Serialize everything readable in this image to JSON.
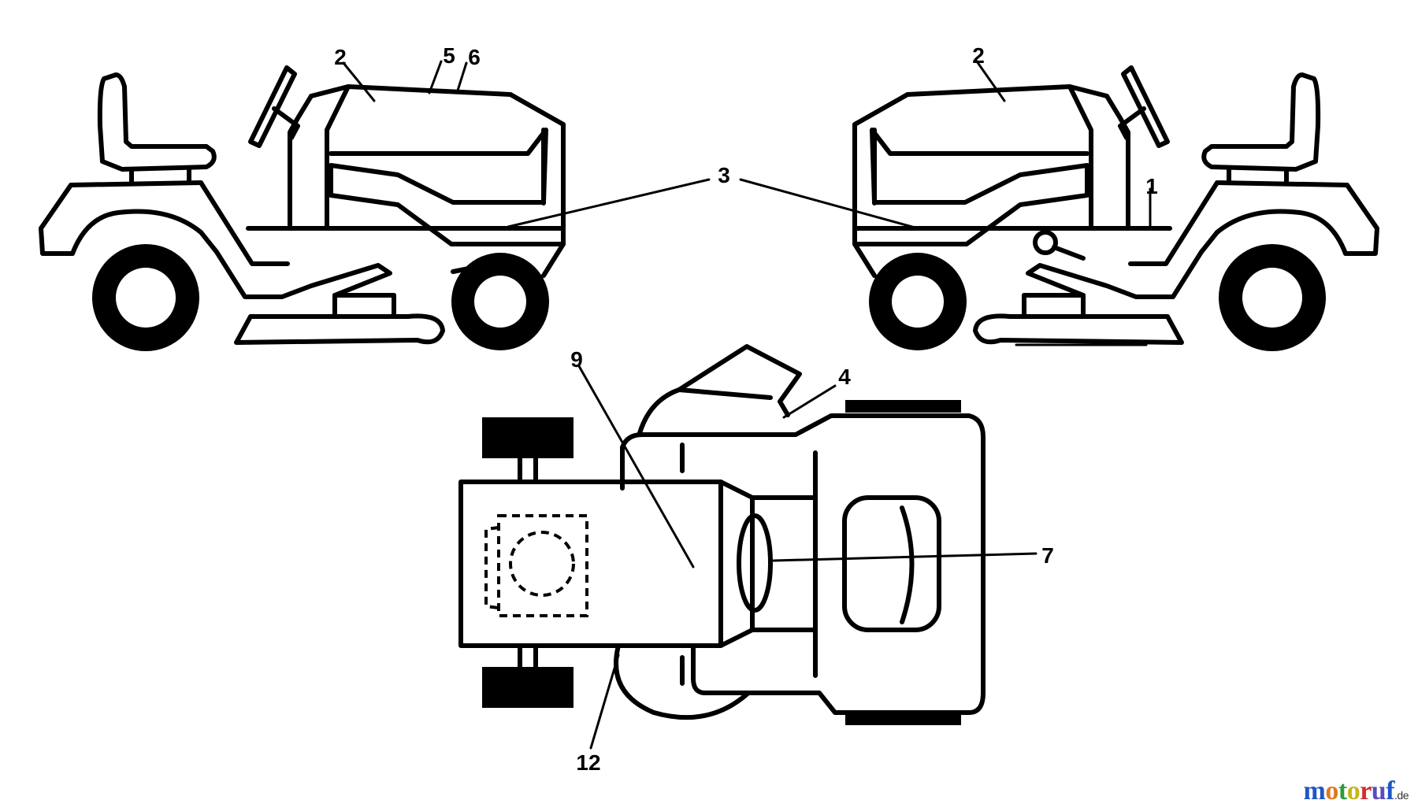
{
  "labels": {
    "l1": "1",
    "l2a": "2",
    "l2b": "2",
    "l3": "3",
    "l4": "4",
    "l5": "5",
    "l6": "6",
    "l7": "7",
    "l9": "9",
    "l12": "12"
  },
  "watermark": {
    "letters": [
      "m",
      "o",
      "t",
      "o",
      "r",
      "u",
      "f"
    ],
    "colors": [
      "#1f57c4",
      "#e0791b",
      "#2e9a3a",
      "#c8b414",
      "#d42c2c",
      "#5b4db8",
      "#1f57c4"
    ],
    "suffix": ".de"
  }
}
